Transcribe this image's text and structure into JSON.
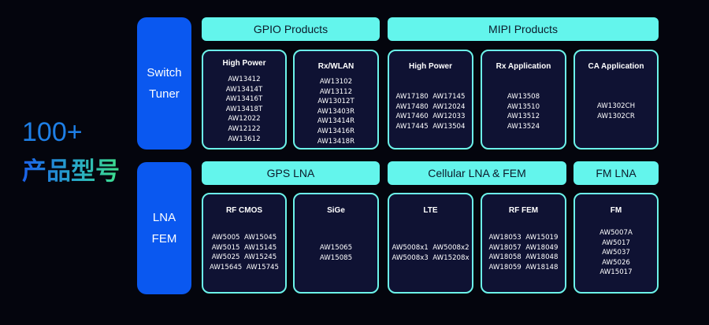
{
  "brand": {
    "count": "100+",
    "subtitle": "产品型号"
  },
  "sections": {
    "switch_tuner": {
      "line1": "Switch",
      "line2": "Tuner"
    },
    "lna_fem": {
      "line1": "LNA",
      "line2": "FEM"
    }
  },
  "categories": {
    "gpio": "GPIO Products",
    "mipi": "MIPI Products",
    "gps": "GPS LNA",
    "cellular": "Cellular  LNA & FEM",
    "fm": "FM LNA"
  },
  "cards": {
    "high_power_gpio": {
      "title": "High Power",
      "parts": "AW13412\nAW13414T\nAW13416T\nAW13418T\nAW12022\nAW12122\nAW13612"
    },
    "rx_wlan": {
      "title": "Rx/WLAN",
      "parts": "AW13102\nAW13112\nAW13012T\nAW13403R\nAW13414R\nAW13416R\nAW13418R"
    },
    "high_power_mipi": {
      "title": "High Power",
      "parts": "AW17180  AW17145\nAW17480  AW12024\nAW17460  AW12033\nAW17445  AW13504"
    },
    "rx_application": {
      "title": "Rx Application",
      "parts": "AW13508\nAW13510\nAW13512\nAW13524"
    },
    "ca_application": {
      "title": "CA Application",
      "parts": "AW1302CH\nAW1302CR"
    },
    "rf_cmos": {
      "title": "RF CMOS",
      "parts": "AW5005  AW15045\nAW5015  AW15145\nAW5025  AW15245\nAW15645  AW15745"
    },
    "sige": {
      "title": "SiGe",
      "parts": "AW15065\nAW15085"
    },
    "lte": {
      "title": "LTE",
      "parts": "AW5008x1  AW5008x2\nAW5008x3  AW15208x"
    },
    "rf_fem": {
      "title": "RF FEM",
      "parts": "AW18053  AW15019\nAW18057  AW18049\nAW18058  AW18048\nAW18059  AW18148"
    },
    "fm": {
      "title": "FM",
      "parts": "AW5007A\nAW5017\nAW5037\nAW5026\nAW15017"
    }
  },
  "colors": {
    "side_blue": "#0a58f0",
    "header_cyan": "#63f5ec",
    "card_bg": "#0f1233",
    "card_border": "#6cf4ea"
  }
}
